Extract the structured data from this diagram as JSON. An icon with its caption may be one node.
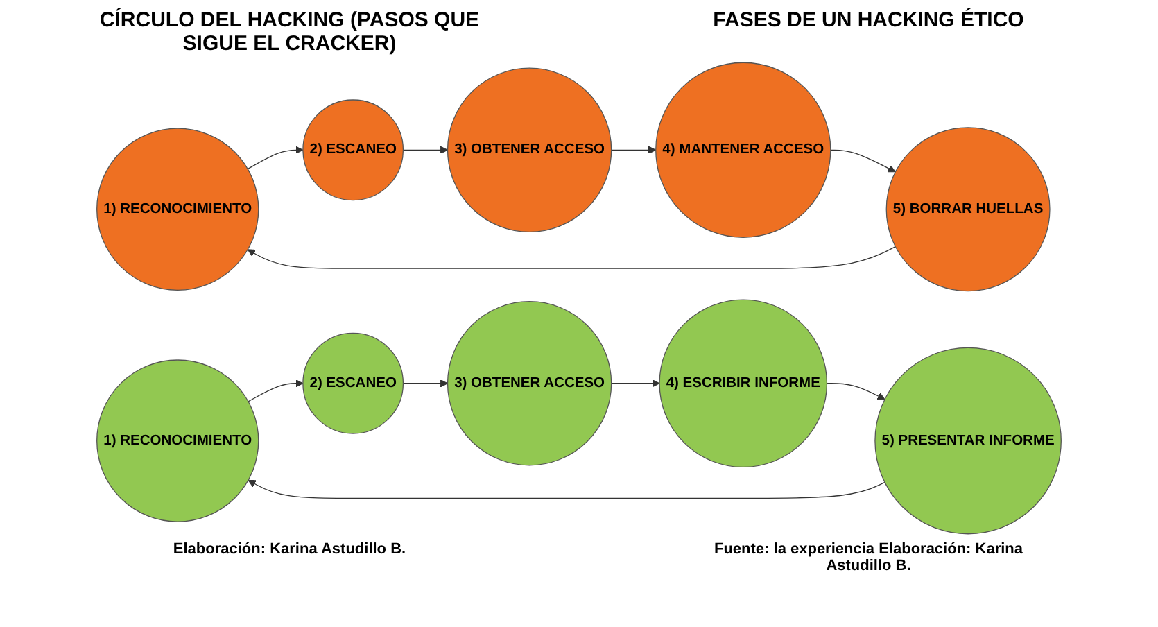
{
  "diagram": {
    "nodes": [
      {
        "text": [
          "1) RECONOCIMIENTO"
        ]
      },
      {
        "text": [
          "2) ESCANEO"
        ]
      },
      {
        "text": [
          "3) OBTENER ACCESO"
        ]
      },
      {
        "text": [
          "4) MANTENER ACCESO"
        ]
      },
      {
        "text": [
          "5) BORRAR HUELLAS"
        ]
      },
      {
        "text": [
          "1) RECONOCIMIENTO"
        ]
      },
      {
        "text": [
          "2) ESCANEO"
        ]
      },
      {
        "text": [
          "3) OBTENER ACCESO"
        ]
      },
      {
        "text": [
          "4) ESCRIBIR INFORME"
        ]
      },
      {
        "text": [
          "5) PRESENTAR INFORME"
        ]
      }
    ],
    "edges": [
      {
        "from": 0,
        "to": 1,
        "arrow": "to"
      },
      {
        "from": 1,
        "to": 2,
        "arrow": "to"
      },
      {
        "from": 2,
        "to": 3,
        "arrow": "to"
      },
      {
        "from": 3,
        "to": 4,
        "arrow": "to"
      },
      {
        "from": 4,
        "to": 0,
        "arrow": "to"
      },
      {
        "from": 5,
        "to": 6,
        "arrow": "to"
      },
      {
        "from": 6,
        "to": 7,
        "arrow": "to"
      },
      {
        "from": 7,
        "to": 8,
        "arrow": "to"
      },
      {
        "from": 8,
        "to": 9,
        "arrow": "to"
      },
      {
        "from": 9,
        "to": 5,
        "arrow": "to"
      }
    ],
    "labels": [
      "CÍRCULO DEL HACKING (PASOS QUE SIGUE EL CRACKER)",
      "FASES DE UN HACKING ÉTICO",
      "Elaboración: Karina Astudillo B.",
      "Fuente: la experiencia Elaboración: Karina Astudillo B."
    ]
  }
}
